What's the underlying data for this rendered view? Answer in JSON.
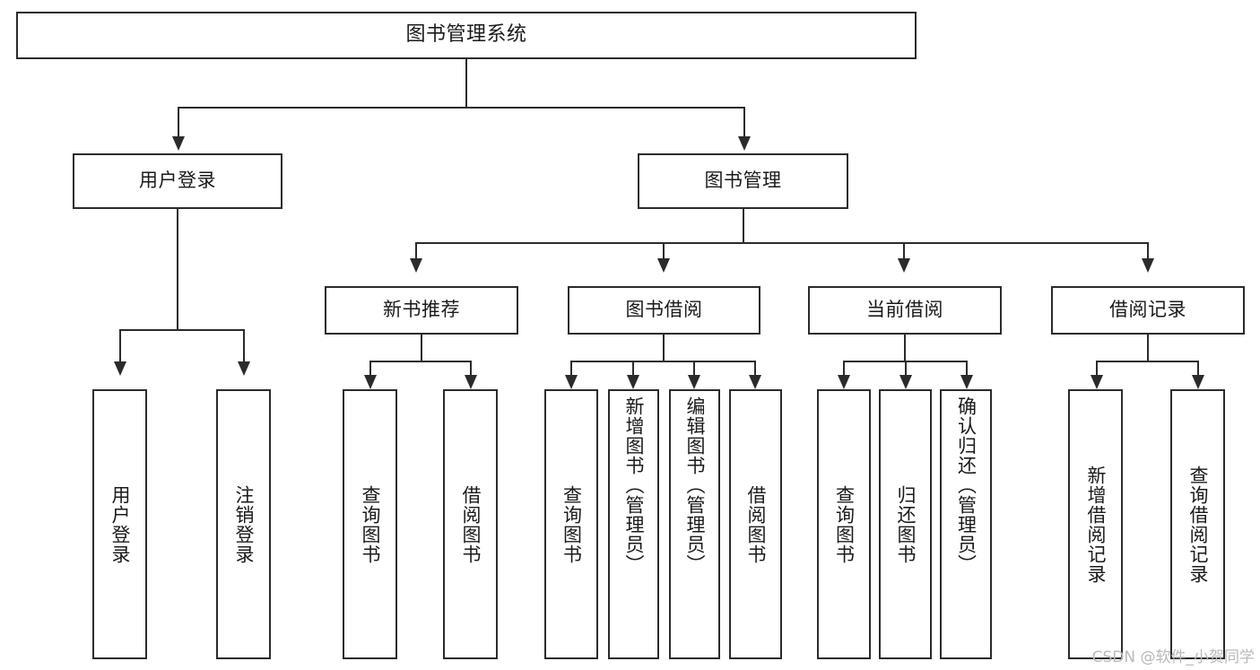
{
  "diagram": {
    "type": "tree-hierarchy",
    "title": "图书管理系统",
    "orientation": "top-down",
    "colors": {
      "stroke": "#2b2b2b",
      "fill": "#ffffff",
      "text": "#1a1a1a",
      "watermark": "#b9b9b9"
    },
    "levels": 4
  },
  "root": {
    "label": "图书管理系统"
  },
  "level2": [
    {
      "label": "用户登录"
    },
    {
      "label": "图书管理"
    }
  ],
  "level3": [
    {
      "label": "新书推荐"
    },
    {
      "label": "图书借阅"
    },
    {
      "label": "当前借阅"
    },
    {
      "label": "借阅记录"
    }
  ],
  "leaves": {
    "user_login": [
      {
        "label": "用户登录"
      },
      {
        "label": "注销登录"
      }
    ],
    "new_book_recommend": [
      {
        "label": "查询图书"
      },
      {
        "label": "借阅图书"
      }
    ],
    "book_borrow": [
      {
        "label": "查询图书"
      },
      {
        "label": "新增图书（管理员）"
      },
      {
        "label": "编辑图书（管理员）"
      },
      {
        "label": "借阅图书"
      }
    ],
    "current_borrow": [
      {
        "label": "查询图书"
      },
      {
        "label": "归还图书"
      },
      {
        "label": "确认归还（管理员）"
      }
    ],
    "borrow_record": [
      {
        "label": "新增借阅记录"
      },
      {
        "label": "查询借阅记录"
      }
    ]
  },
  "watermark": {
    "text": "CSDN @软件_小贺同学"
  }
}
